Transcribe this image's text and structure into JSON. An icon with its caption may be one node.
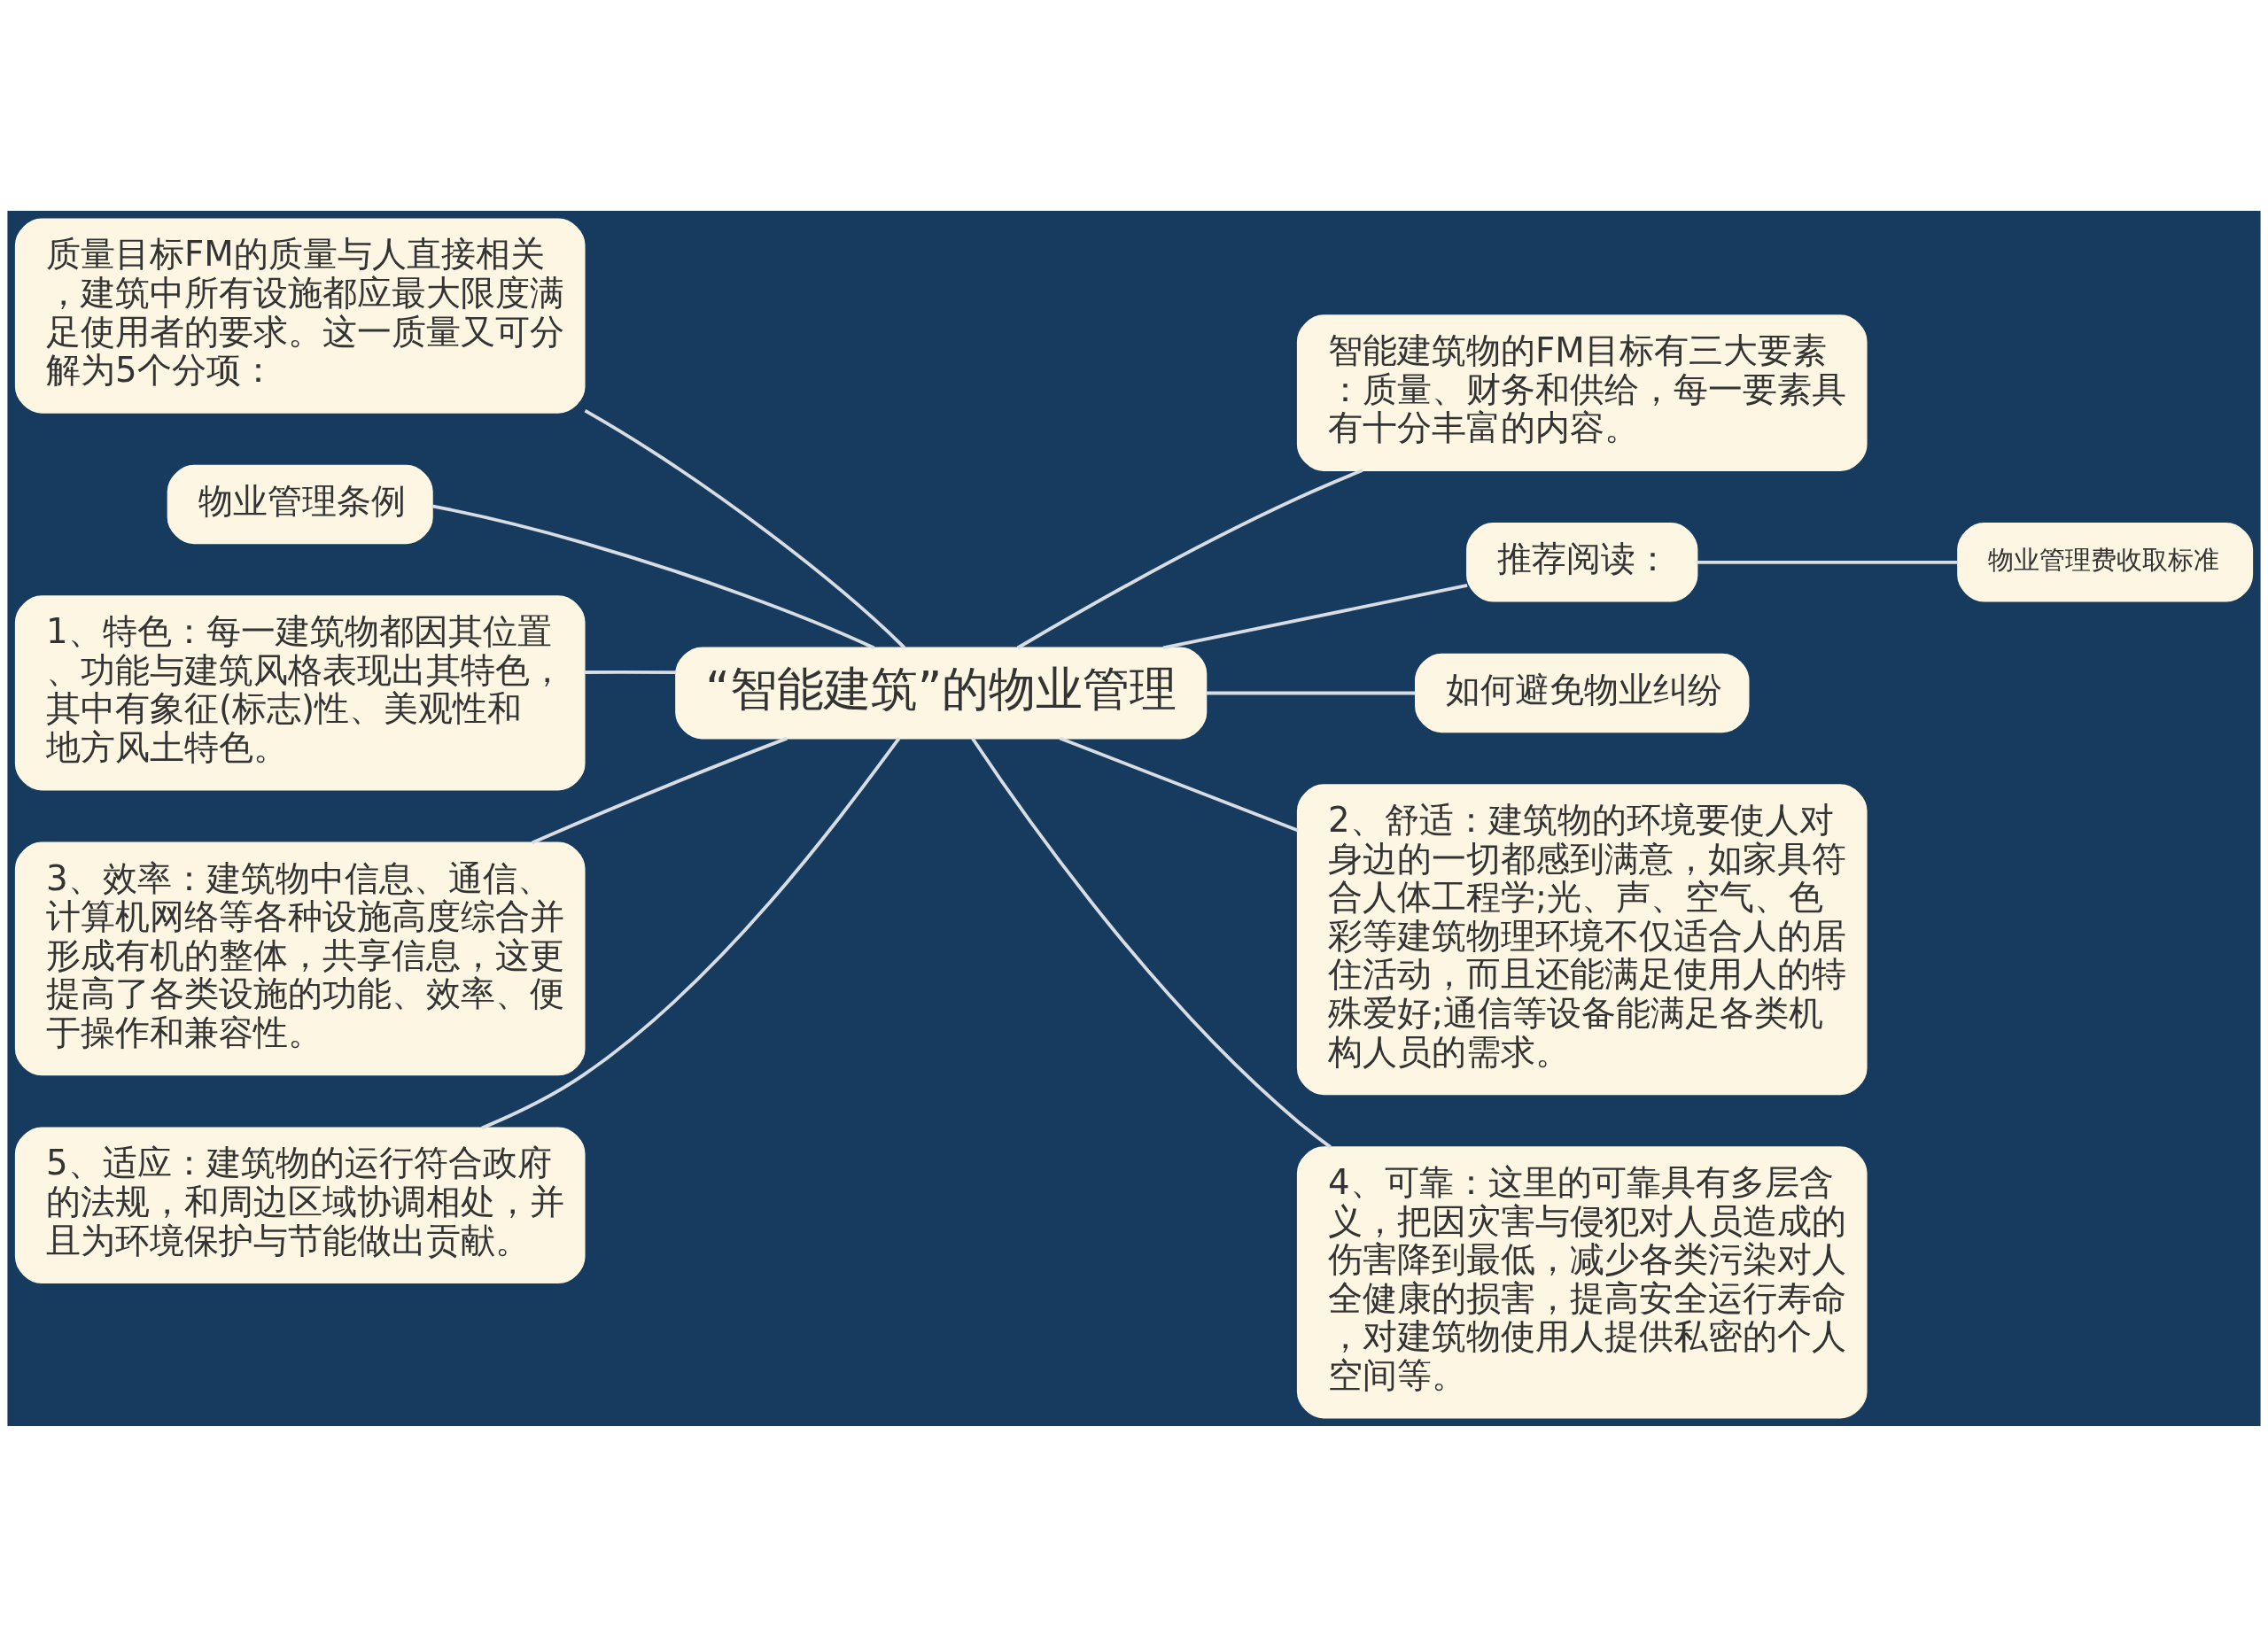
{
  "diagram": {
    "nodes": [
      {
        "text": [
          "“智能建筑”的物业管理"
        ]
      },
      {
        "text": [
          "质量目标FM的质量与人直接相关，建筑中所有设施都应最大限度满足使用者的要求。这一质量又可分解为5个分项："
        ]
      },
      {
        "text": [
          "物业管理条例"
        ]
      },
      {
        "text": [
          "1、特色：每一建筑物都因其位置、功能与建筑风格表现出其特色，其中有象征(标志)性、美观性和地方风土特色。"
        ]
      },
      {
        "text": [
          "3、效率：建筑物中信息、通信、计算机网络等各种设施高度综合并形成有机的整体，共享信息，这更提高了各类设施的功能、效率、便于操作和兼容性。"
        ]
      },
      {
        "text": [
          "5、适应：建筑物的运行符合政府的法规，和周边区域协调相处，并且为环境保护与节能做出贡献。"
        ]
      },
      {
        "text": [
          "智能建筑物的FM目标有三大要素：质量、财务和供给，每一要素具有十分丰富的内容。"
        ]
      },
      {
        "text": [
          "推荐阅读："
        ]
      },
      {
        "text": [
          "物业管理费收取标准"
        ]
      },
      {
        "text": [
          "如何避免物业纠纷"
        ]
      },
      {
        "text": [
          "2、舒适：建筑物的环境要使人对身边的一切都感到满意，如家具符合人体工程学;光、声、空气、色彩等建筑物理环境不仅适合人的居住活动，而且还能满足使用人的特殊爱好;通信等设备能满足各类机构人员的需求。"
        ]
      },
      {
        "text": [
          "4、可靠：这里的可靠具有多层含义，把因灾害与侵犯对人员造成的伤害降到最低，减少各类污染对人全健康的损害，提高安全运行寿命，对建筑物使用人提供私密的个人空间等。"
        ]
      }
    ],
    "edges": [
      {
        "from": 0,
        "to": 1,
        "arrow": "none"
      },
      {
        "from": 0,
        "to": 2,
        "arrow": "none"
      },
      {
        "from": 0,
        "to": 3,
        "arrow": "none"
      },
      {
        "from": 0,
        "to": 4,
        "arrow": "none"
      },
      {
        "from": 0,
        "to": 5,
        "arrow": "none"
      },
      {
        "from": 0,
        "to": 6,
        "arrow": "none"
      },
      {
        "from": 0,
        "to": 7,
        "arrow": "none"
      },
      {
        "from": 7,
        "to": 8,
        "arrow": "none"
      },
      {
        "from": 0,
        "to": 9,
        "arrow": "none"
      },
      {
        "from": 0,
        "to": 10,
        "arrow": "none"
      },
      {
        "from": 0,
        "to": 11,
        "arrow": "none"
      }
    ]
  }
}
